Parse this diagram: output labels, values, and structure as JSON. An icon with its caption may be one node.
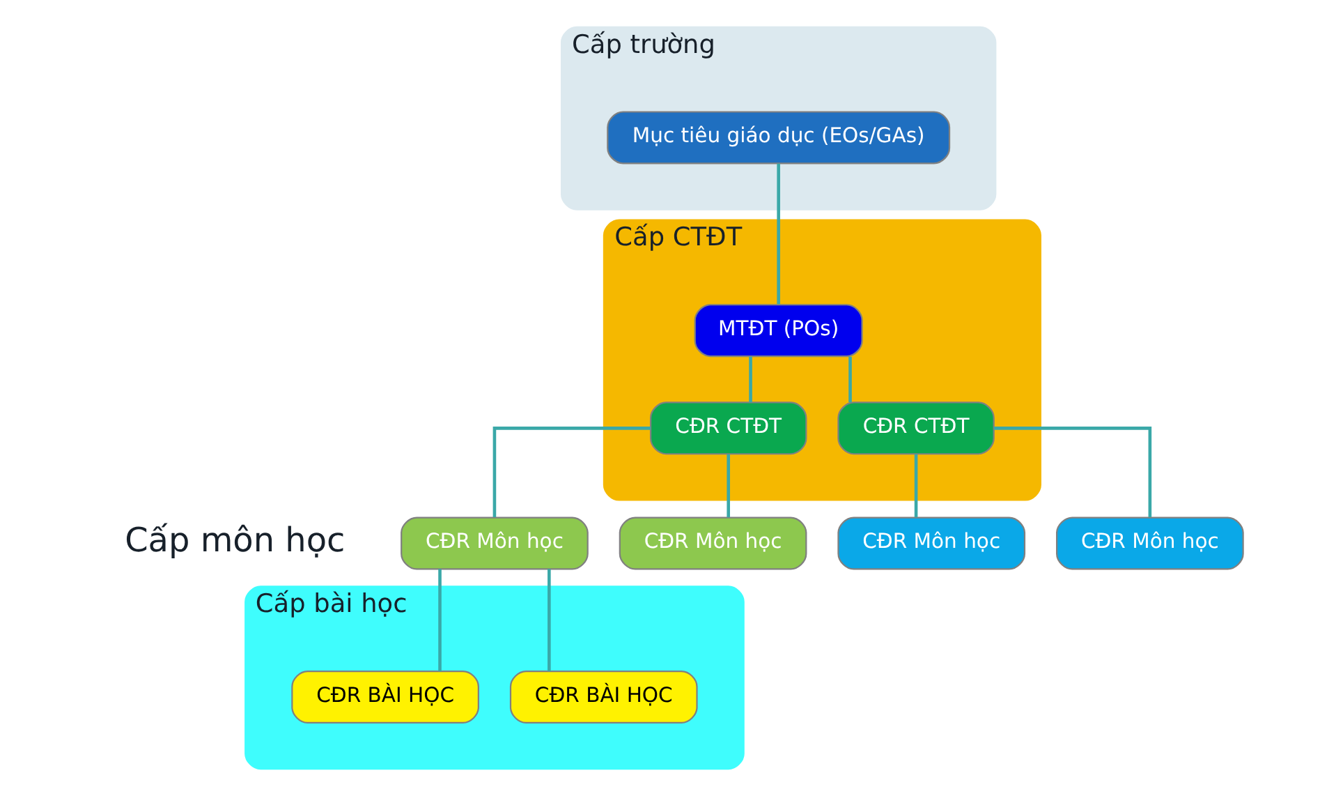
{
  "diagram": {
    "nodes": [
      {
        "text": [
          "Cấp trường"
        ]
      },
      {
        "text": [
          "Mục tiêu giáo dục (EOs/GAs)"
        ],
        "in": 0
      },
      {
        "text": [
          "Cấp CTĐT"
        ]
      },
      {
        "text": [
          "MTĐT (POs)"
        ],
        "in": 2
      },
      {
        "text": [
          "CĐR CTĐT"
        ],
        "in": 2
      },
      {
        "text": [
          "CĐR CTĐT"
        ],
        "in": 2
      },
      {
        "text": [
          "CĐR Môn học"
        ]
      },
      {
        "text": [
          "CĐR Môn học"
        ]
      },
      {
        "text": [
          "CĐR Môn học"
        ]
      },
      {
        "text": [
          "CĐR Môn học"
        ]
      },
      {
        "text": [
          "Cấp bài học"
        ]
      },
      {
        "text": [
          "CĐR BÀI HỌC"
        ],
        "in": 10
      },
      {
        "text": [
          "CĐR BÀI HỌC"
        ],
        "in": 10
      }
    ],
    "edges": [
      {
        "from": 1,
        "to": 3,
        "arrow": "none"
      },
      {
        "from": 3,
        "to": 4,
        "arrow": "none"
      },
      {
        "from": 3,
        "to": 5,
        "arrow": "none"
      },
      {
        "from": 4,
        "to": 6,
        "arrow": "none"
      },
      {
        "from": 4,
        "to": 7,
        "arrow": "none"
      },
      {
        "from": 5,
        "to": 8,
        "arrow": "none"
      },
      {
        "from": 5,
        "to": 9,
        "arrow": "none"
      },
      {
        "from": 6,
        "to": 11,
        "arrow": "none"
      },
      {
        "from": 6,
        "to": 12,
        "arrow": "none"
      }
    ],
    "labels": [
      "Cấp môn học"
    ]
  }
}
